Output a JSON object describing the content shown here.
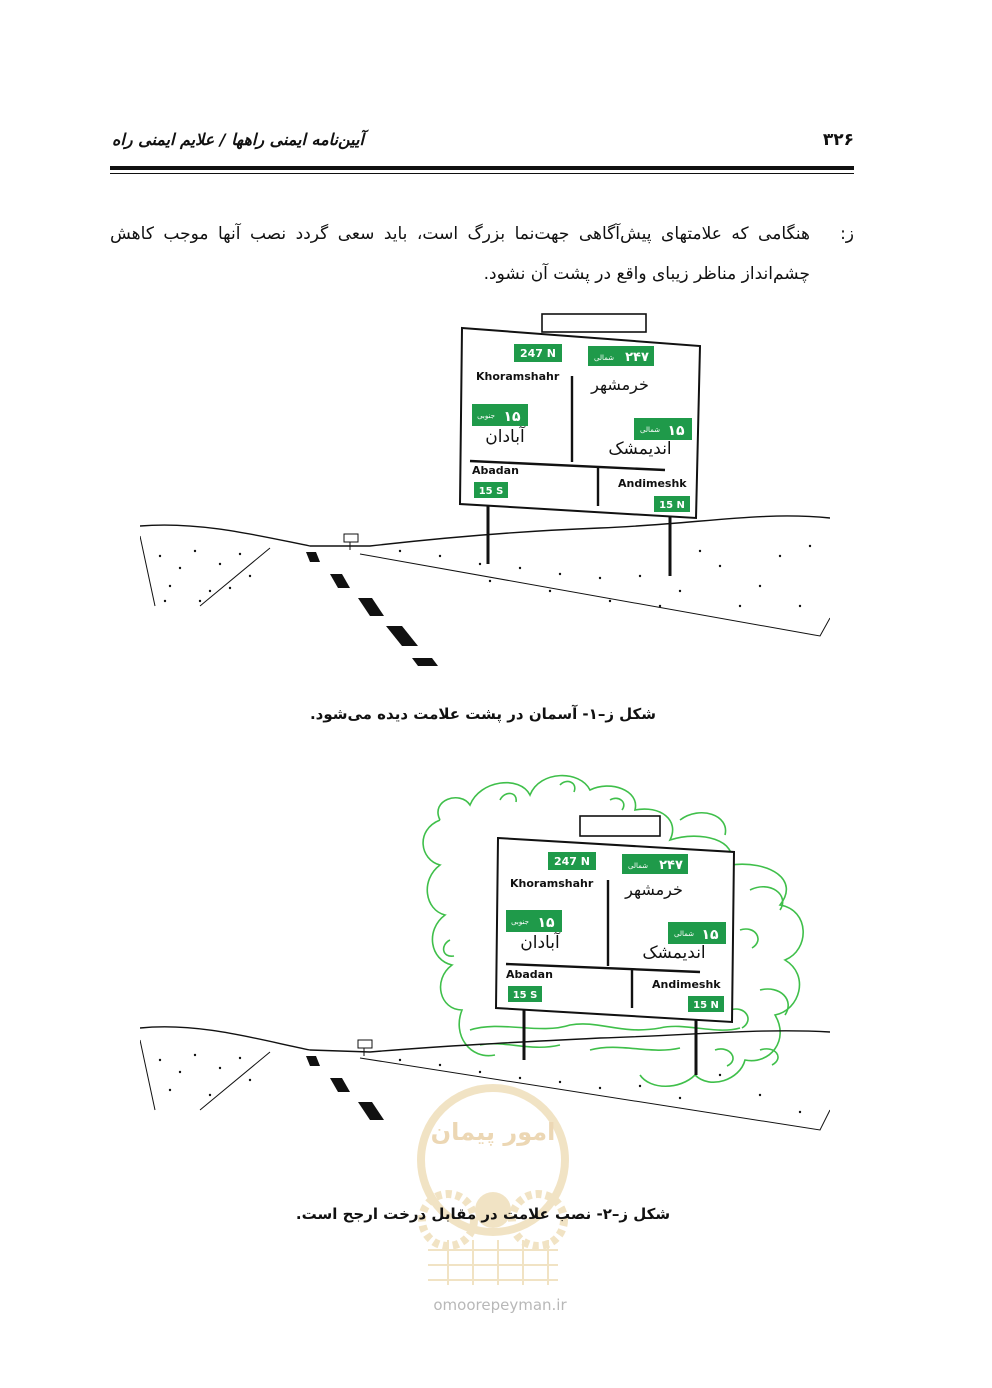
{
  "header": {
    "page_number": "۳۲۶",
    "running_title": "آیین‌نامه ایمنی راهها / علایم ایمنی راه"
  },
  "paragraph": {
    "marker": "ز:",
    "text": "هنگامی که علامتهای پیش‌آگاهی جهت‌نما بزرگ است، باید سعی گردد نصب آنها موجب کاهش چشم‌انداز مناظر زیبای واقع در پشت آن نشود."
  },
  "sign": {
    "route_top_left": "247 N",
    "route_top_right": "۲۴۷",
    "tag_north": "شمالی",
    "tag_south": "جنوبی",
    "city_top_latin": "Khoramshahr",
    "city_top_persian": "خرمشهر",
    "route_mid_left": "۱۵",
    "route_mid_right": "۱۵",
    "city_left_persian": "آبادان",
    "city_right_persian": "اندیمشک",
    "city_left_latin": "Abadan",
    "city_right_latin": "Andimeshk",
    "route_bottom_left": "15 S",
    "route_bottom_right": "15 N",
    "colors": {
      "panel_green": "#1f9a4a",
      "foliage_green": "#3fbf4a"
    }
  },
  "figure1": {
    "caption": "شکل ز–۱- آسمان در پشت علامت دیده می‌شود."
  },
  "figure2": {
    "caption": "شکل ز–۲- نصب علامت در مقابل درخت ارجح است."
  },
  "watermark": {
    "text": "امور پیمان",
    "url": "omoorepeyman.ir",
    "icon": "gear-seal-icon"
  }
}
